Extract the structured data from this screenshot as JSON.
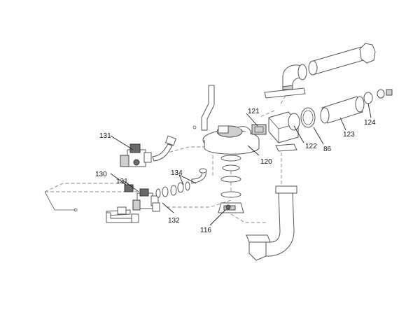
{
  "callouts": [
    {
      "id": "c131a",
      "label": "131"
    },
    {
      "id": "c130",
      "label": "130"
    },
    {
      "id": "c131b",
      "label": "131"
    },
    {
      "id": "c134",
      "label": "134"
    },
    {
      "id": "c132",
      "label": "132"
    },
    {
      "id": "c116",
      "label": "116"
    },
    {
      "id": "c121",
      "label": "121"
    },
    {
      "id": "c120",
      "label": "120"
    },
    {
      "id": "c122",
      "label": "122"
    },
    {
      "id": "c86",
      "label": "86"
    },
    {
      "id": "c123",
      "label": "123"
    },
    {
      "id": "c124",
      "label": "124"
    }
  ]
}
